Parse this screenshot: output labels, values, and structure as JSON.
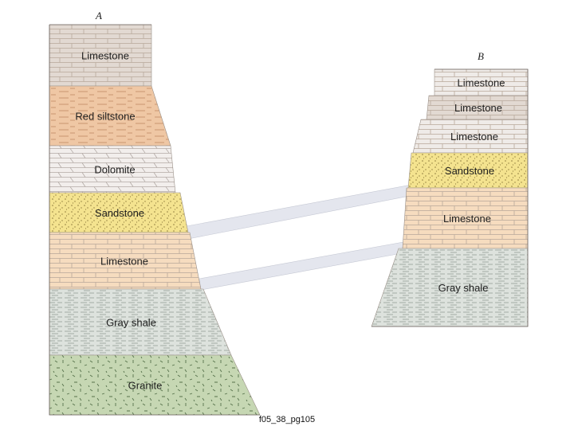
{
  "columns": [
    {
      "label": "A",
      "layers": [
        {
          "name": "Limestone",
          "rock": "limestone-gray"
        },
        {
          "name": "Red siltstone",
          "rock": "siltstone-red"
        },
        {
          "name": "Dolomite",
          "rock": "dolomite"
        },
        {
          "name": "Sandstone",
          "rock": "sandstone"
        },
        {
          "name": "Limestone",
          "rock": "limestone-tan"
        },
        {
          "name": "Gray shale",
          "rock": "shale"
        },
        {
          "name": "Granite",
          "rock": "granite"
        }
      ]
    },
    {
      "label": "B",
      "layers": [
        {
          "name": "Limestone",
          "rock": "limestone-light"
        },
        {
          "name": "Limestone",
          "rock": "limestone-gray"
        },
        {
          "name": "Limestone",
          "rock": "limestone-light"
        },
        {
          "name": "Sandstone",
          "rock": "sandstone"
        },
        {
          "name": "Limestone",
          "rock": "limestone-tan"
        },
        {
          "name": "Gray shale",
          "rock": "shale"
        }
      ]
    }
  ],
  "caption": "f05_38_pg105",
  "colors": {
    "limestone-gray": "#e2d9d2",
    "limestone-light": "#efebe8",
    "limestone-tan": "#f6dcbf",
    "siltstone-red": "#efc7a4",
    "dolomite": "#f2eeec",
    "sandstone": "#f4e38f",
    "shale": "#dde2dd",
    "granite": "#c6d7b3",
    "correlation": "#e4e6ee"
  }
}
